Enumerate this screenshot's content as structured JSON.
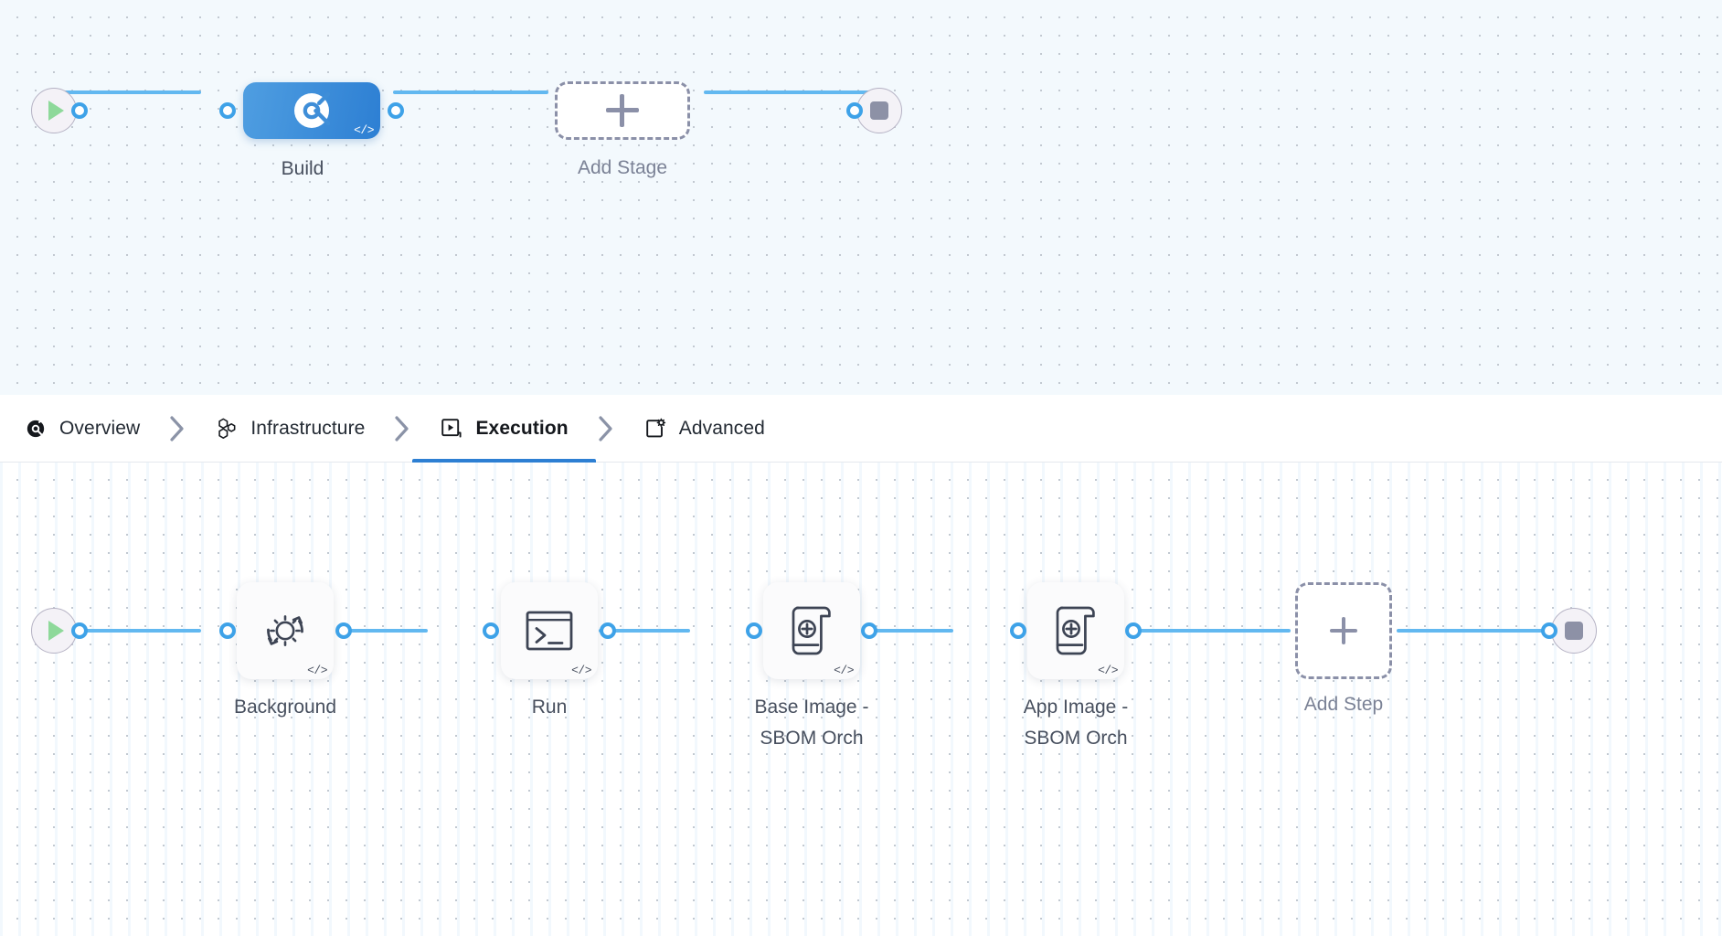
{
  "stage_graph": {
    "start_node": {
      "name": "start-icon",
      "type": "play"
    },
    "end_node": {
      "name": "stop-icon",
      "type": "stop"
    },
    "stages": [
      {
        "label": "Build",
        "icon": "harness-build-icon",
        "badge": "</>",
        "state": "selected"
      }
    ],
    "add_stage": {
      "label": "Add Stage",
      "icon": "plus-icon"
    }
  },
  "tabs": {
    "items": [
      {
        "label": "Overview",
        "icon": "overview-pie-icon",
        "active": false
      },
      {
        "label": "Infrastructure",
        "icon": "hexagon-cluster-icon",
        "active": false
      },
      {
        "label": "Execution",
        "icon": "play-box-icon",
        "active": true
      },
      {
        "label": "Advanced",
        "icon": "card-gear-icon",
        "active": false
      }
    ],
    "separator_icon": "chevron-right-icon",
    "active_underline_color": "#2d7fd3"
  },
  "step_graph": {
    "start_node": {
      "name": "start-icon",
      "type": "play"
    },
    "end_node": {
      "name": "stop-icon",
      "type": "stop"
    },
    "steps": [
      {
        "label": "Background",
        "icon": "gear-refresh-icon",
        "badge": "</>"
      },
      {
        "label": "Run",
        "icon": "terminal-icon",
        "badge": "</>"
      },
      {
        "label": "Base Image -\nSBOM Orch",
        "icon": "scroll-plus-icon",
        "badge": "</>"
      },
      {
        "label": "App Image -\nSBOM Orch",
        "icon": "scroll-plus-icon",
        "badge": "</>"
      }
    ],
    "add_step": {
      "label": "Add Step",
      "icon": "plus-icon"
    }
  },
  "colors": {
    "edge": "#62b8f0",
    "port_ring": "#3ea2e8",
    "stage_node_start": "#4f9ee1",
    "stage_node_end": "#2d7fd3",
    "accent": "#2d7fd3",
    "play_green": "#8ed99a",
    "stop_gray": "#8d91a6",
    "dashed_border": "#8b90a8",
    "stage_canvas_bg": "#f3f9fd",
    "step_canvas_bg": "#ffffff",
    "caption_text": "#474f5e",
    "muted_text": "#7b8296"
  }
}
